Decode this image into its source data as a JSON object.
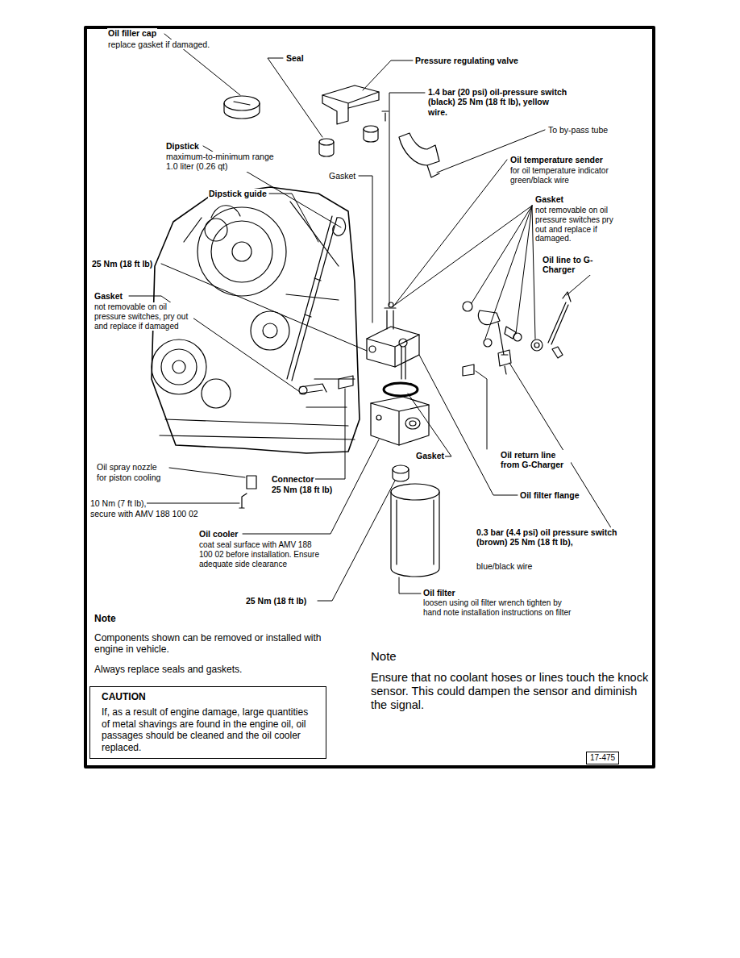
{
  "diagram": {
    "nodes": [
      {
        "text": [
          "CAUTION",
          "If, as a result of engine damage, large quantities of metal shavings are found in the engine oil, oil passages should be cleaned and the oil cooler replaced."
        ]
      },
      {
        "text": [
          "17-475"
        ]
      }
    ],
    "labels": [
      "Oil filler cap",
      "replace gasket if damaged.",
      "Seal",
      "Pressure regulating valve",
      "1.4 bar (20 psi) oil-pressure switch (black) 25 Nm (18 ft lb), yellow wire.",
      "To by-pass tube",
      "Oil temperature sender",
      "for oil temperature indicator green/black wire",
      "Dipstick",
      "maximum-to-minimum range 1.0 liter (0.26 qt)",
      "Gasket",
      "Dipstick guide",
      "Gasket",
      "not removable on oil pressure switches pry out and replace if damaged.",
      "Oil line to G-Charger",
      "25 Nm (18 ft lb)",
      "Gasket",
      "not removable on oil pressure switches, pry out and replace if damaged",
      "Oil spray nozzle",
      "for piston cooling",
      "Connector",
      "25 Nm (18 ft lb)",
      "10 Nm (7 ft lb),",
      "secure with AMV 188 100 02",
      "Gasket",
      "Oil return line from G-Charger",
      "Oil filter flange",
      "Oil cooler",
      "coat seal surface with AMV 188 100 02 before installation. Ensure adequate side clearance",
      "0.3 bar (4.4 psi) oil pressure switch (brown) 25 Nm (18 ft lb),",
      "blue/black wire",
      "25 Nm (18 ft lb)",
      "Oil filter",
      "loosen using oil filter wrench tighten by hand note installation instructions on filter",
      "Note",
      "Components shown can be removed or installed with engine in vehicle.",
      "Always replace seals and gaskets.",
      "Note",
      "Ensure that no coolant hoses or lines touch the knock sensor. This could dampen the sensor and diminish the signal."
    ]
  }
}
